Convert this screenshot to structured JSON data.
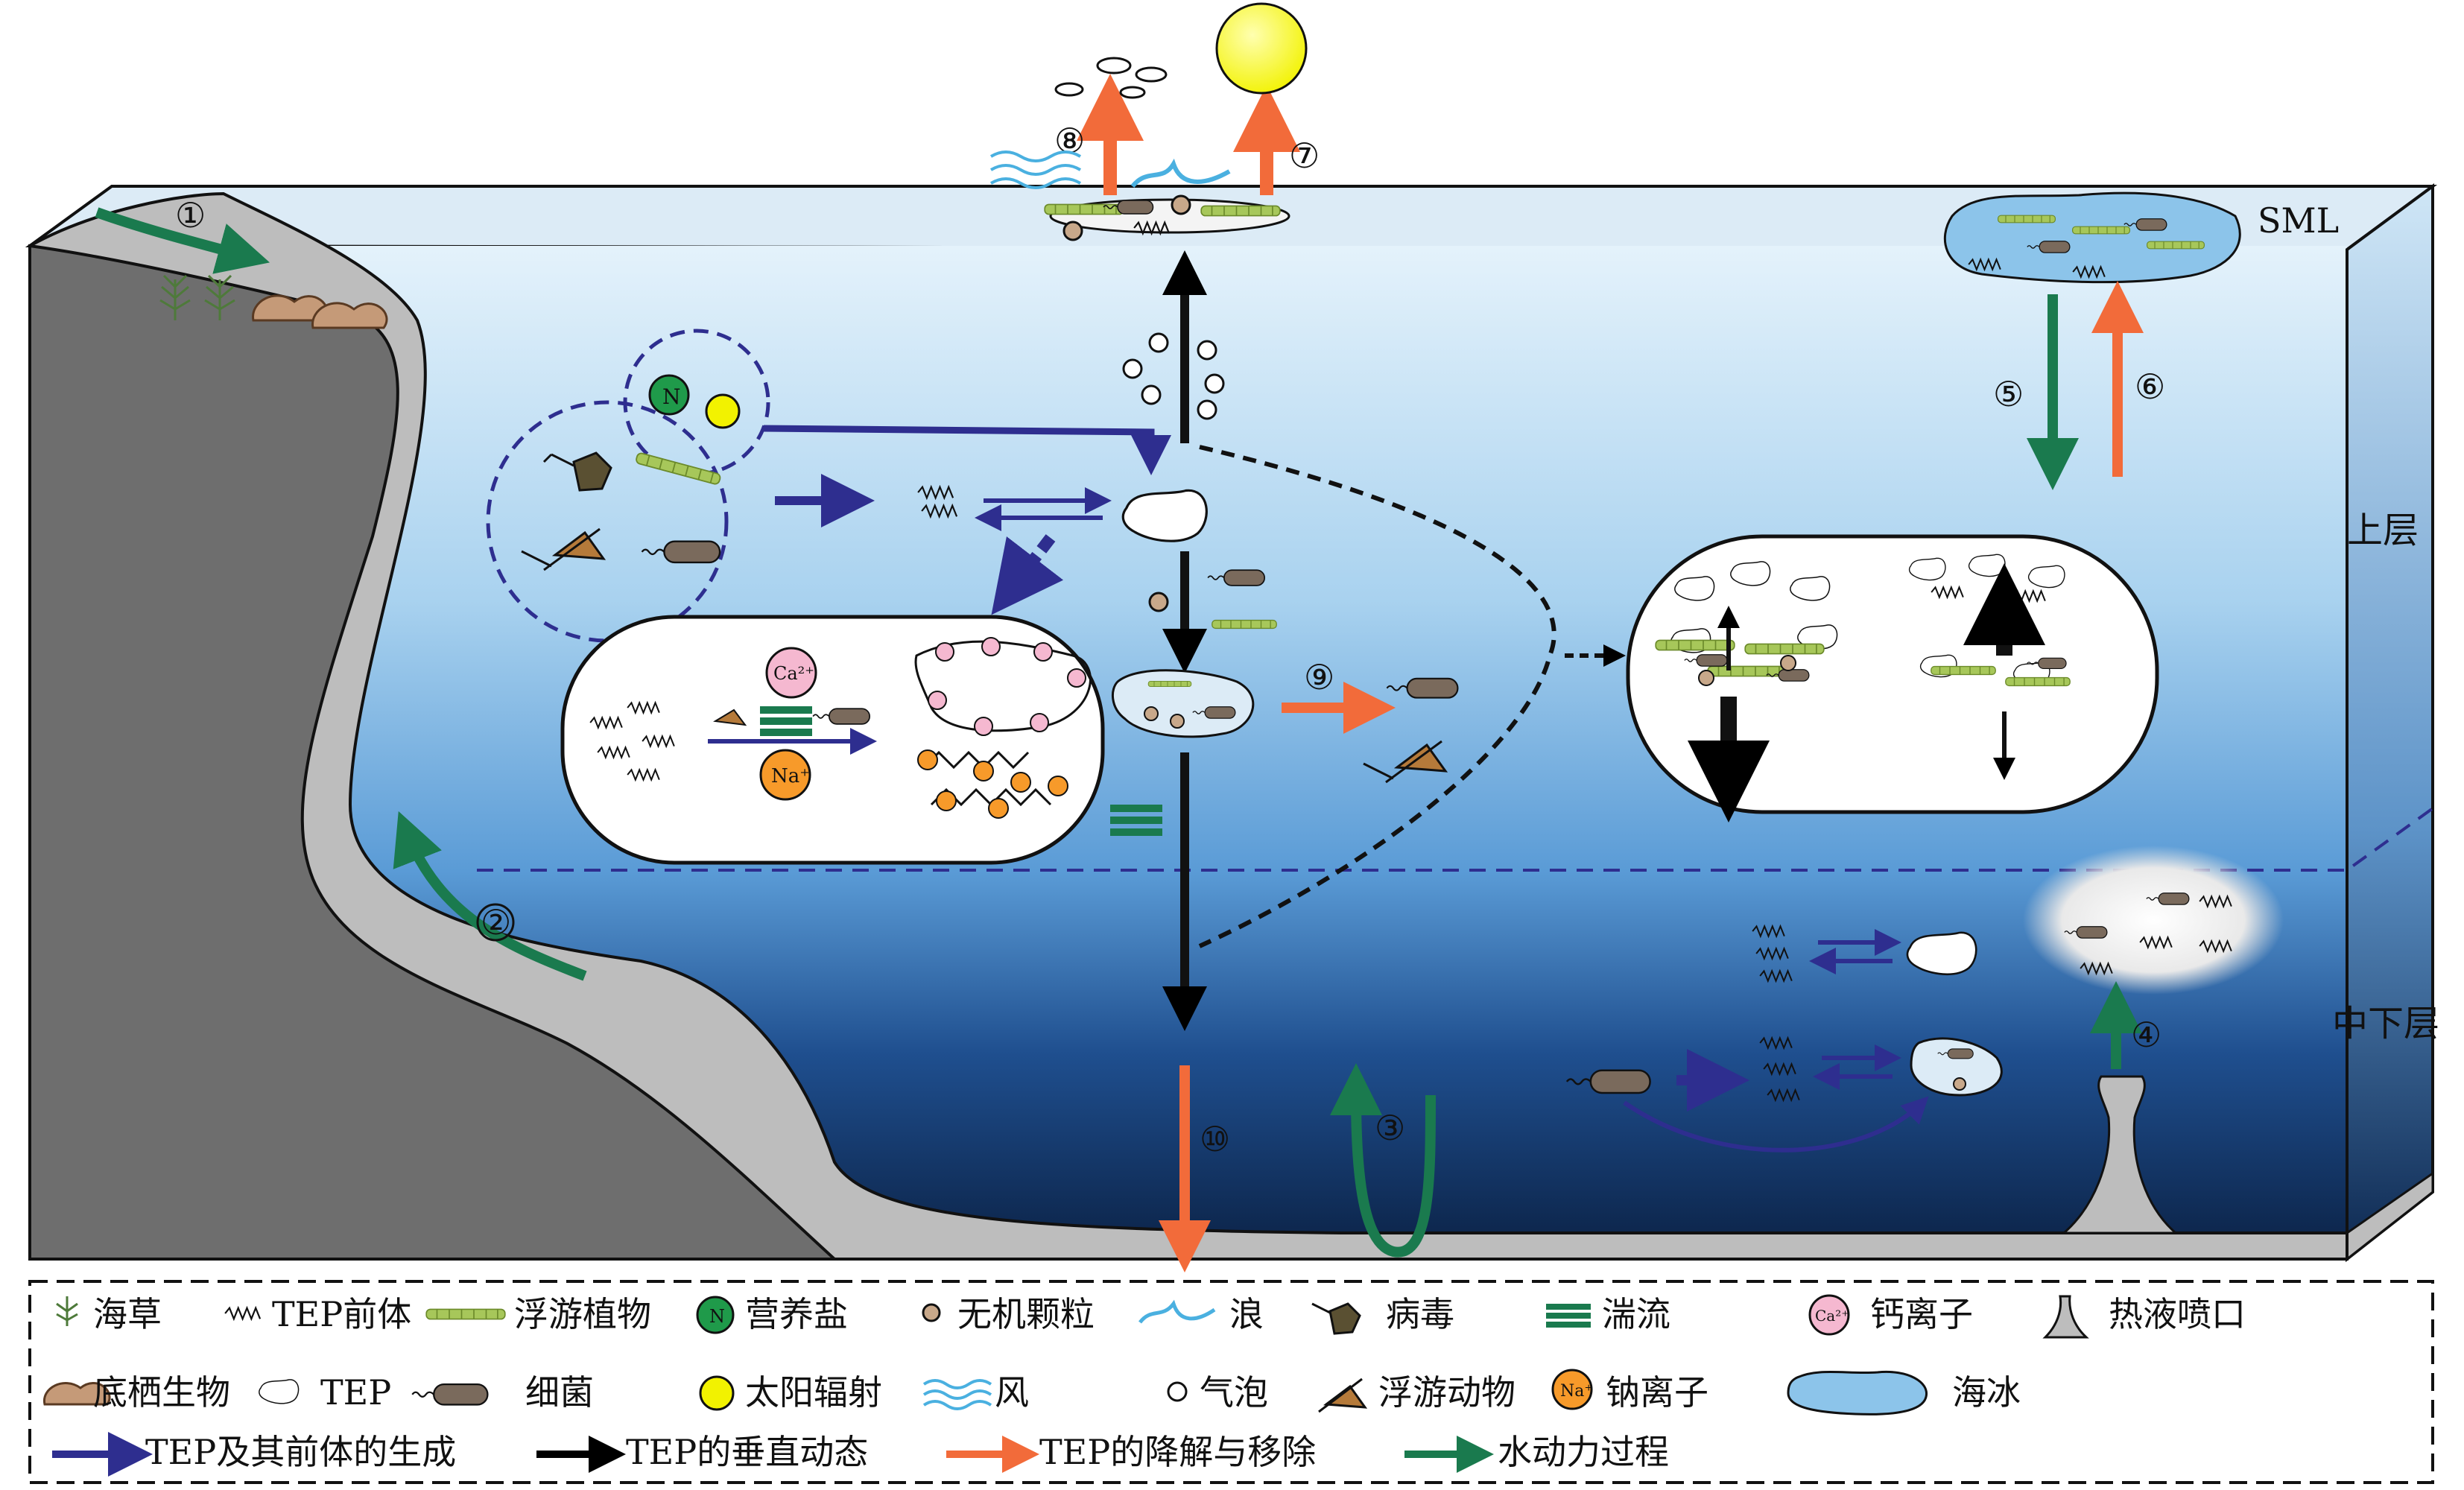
{
  "labels": {
    "sml": "SML",
    "upper_layer": "上层",
    "lower_layer": "中下层"
  },
  "process_numbers": [
    "①",
    "②",
    "③",
    "④",
    "⑤",
    "⑥",
    "⑦",
    "⑧",
    "⑨",
    "⑩"
  ],
  "ions": {
    "calcium": "Ca²⁺",
    "sodium": "Na⁺",
    "nutrient": "N"
  },
  "legend": {
    "row1": [
      "海草",
      "TEP前体",
      "浮游植物",
      "营养盐",
      "无机颗粒",
      "浪",
      "病毒",
      "湍流",
      "钙离子",
      "热液喷口"
    ],
    "row2": [
      "底栖生物",
      "TEP",
      "细菌",
      "太阳辐射",
      "风",
      "气泡",
      "浮游动物",
      "钠离子",
      "海冰"
    ],
    "row3": [
      "TEP及其前体的生成",
      "TEP的垂直动态",
      "TEP的降解与移除",
      "水动力过程"
    ]
  },
  "colors": {
    "formation": "#2e2e8f",
    "vertical": "#000000",
    "removal": "#f26b3a",
    "hydrodynamic": "#1a7a4e",
    "water_top": "#d8ecf8",
    "water_bottom": "#0d2850",
    "slope_dark": "#6e6e6e",
    "slope_light": "#bdbdbd",
    "sun": "#ffff00",
    "nutrient": "#1f9a4a",
    "calcium": "#f5b8d0",
    "sodium": "#f79a2a",
    "sea_ice": "#8cc4ea"
  }
}
